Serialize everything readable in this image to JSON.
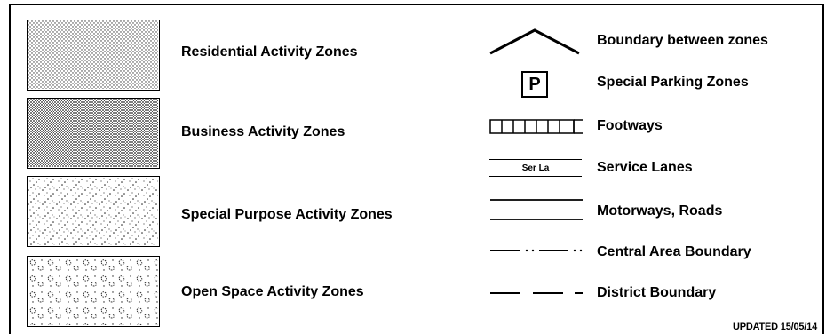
{
  "zones": [
    {
      "label": "Residential Activity Zones",
      "pattern": "fine-dot"
    },
    {
      "label": "Business Activity Zones",
      "pattern": "dense-dot"
    },
    {
      "label": "Special Purpose Activity Zones",
      "pattern": "diagonal-speckle"
    },
    {
      "label": "Open Space Activity Zones",
      "pattern": "loop-speckle"
    }
  ],
  "symbols": [
    {
      "label": "Boundary between zones",
      "icon": "chevron-roof-icon"
    },
    {
      "label": "Special Parking Zones",
      "icon": "parking-icon",
      "glyph": "P"
    },
    {
      "label": "Footways",
      "icon": "footway-icon"
    },
    {
      "label": "Service Lanes",
      "icon": "service-lane-icon",
      "glyph": "Ser La"
    },
    {
      "label": "Motorways, Roads",
      "icon": "double-line-icon"
    },
    {
      "label": "Central Area Boundary",
      "icon": "dash-dot-line-icon"
    },
    {
      "label": "District Boundary",
      "icon": "dashed-line-icon"
    }
  ],
  "updated": "UPDATED 15/05/14"
}
